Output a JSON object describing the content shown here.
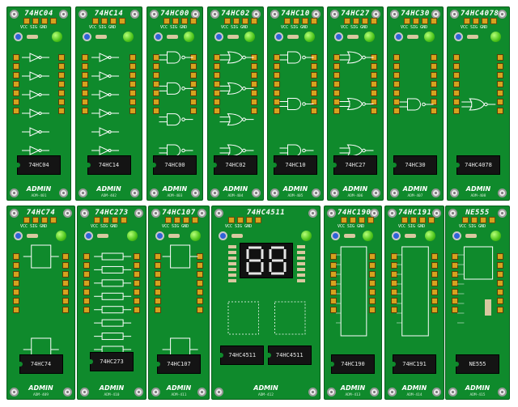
{
  "brand": "ADMIN",
  "header_labels": "VCC  SIG  GND",
  "colors": {
    "pcb": "#0f8a2c",
    "silkscreen": "#ffffff",
    "led": "#4cc41a",
    "pot": "#2f62d8",
    "pins": "#d6a21e",
    "ic": "#141414",
    "segment": "#e6e6e6"
  },
  "boards": [
    {
      "title": "74HC04",
      "chip": "74HC04",
      "code": "ADM-401",
      "gate": "inverter",
      "count": 6
    },
    {
      "title": "74HC14",
      "chip": "74HC14",
      "code": "ADM-402",
      "gate": "schmitt",
      "count": 6
    },
    {
      "title": "74HC00",
      "chip": "74HC00",
      "code": "ADM-403",
      "gate": "nand",
      "count": 4
    },
    {
      "title": "74HC02",
      "chip": "74HC02",
      "code": "ADM-404",
      "gate": "nor",
      "count": 4
    },
    {
      "title": "74HC10",
      "chip": "74HC10",
      "code": "ADM-405",
      "gate": "nand",
      "count": 3
    },
    {
      "title": "74HC27",
      "chip": "74HC27",
      "code": "ADM-406",
      "gate": "nor",
      "count": 3
    },
    {
      "title": "74HC30",
      "chip": "74HC30",
      "code": "ADM-407",
      "gate": "nand",
      "count": 1
    },
    {
      "title": "74HC4078",
      "chip": "74HC4078",
      "code": "ADM-408",
      "gate": "nor",
      "count": 1
    },
    {
      "title": "74HC74",
      "chip": "74HC74",
      "code": "ADM-409",
      "gate": "ff",
      "count": 2
    },
    {
      "title": "74HC273",
      "chip": "74HC273",
      "code": "ADM-410",
      "gate": "ff8",
      "count": 8
    },
    {
      "title": "74HC107",
      "chip": "74HC107",
      "code": "ADM-411",
      "gate": "ff",
      "count": 2
    },
    {
      "title": "74HC4511",
      "chip": "74HC4511",
      "chip2": "74HC4511",
      "code": "ADM-412",
      "gate": "seg",
      "count": 2
    },
    {
      "title": "74HC190",
      "chip": "74HC190",
      "code": "ADM-413",
      "gate": "counter",
      "count": 1
    },
    {
      "title": "74HC191",
      "chip": "74HC191",
      "code": "ADM-414",
      "gate": "counter",
      "count": 1
    },
    {
      "title": "NE555",
      "chip": "NE555",
      "code": "ADM-415",
      "gate": "timer",
      "count": 1
    }
  ]
}
